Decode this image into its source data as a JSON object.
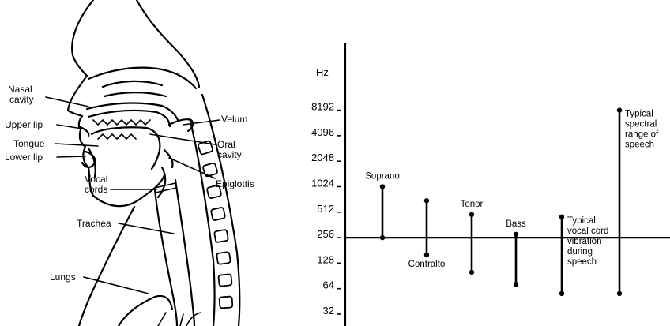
{
  "anatomy": {
    "labels": {
      "nasal_cavity": [
        "Nasal",
        "cavity"
      ],
      "upper_lip": "Upper lip",
      "tongue": "Tongue",
      "lower_lip": "Lower lip",
      "vocal_cords": [
        "Vocal",
        "cords"
      ],
      "trachea": "Trachea",
      "lungs": "Lungs",
      "velum": "Velum",
      "oral_cavity": [
        "Oral",
        "cavity"
      ],
      "epiglottis": "Epiglottis"
    }
  },
  "chart_data": {
    "type": "range",
    "scale": "log2",
    "ylabel": "Hz",
    "yticks": [
      32,
      64,
      128,
      256,
      512,
      1024,
      2048,
      4096,
      8192
    ],
    "baseline": 256,
    "ranges": [
      {
        "label": "Soprano",
        "low": 256,
        "high": 1024,
        "label_pos": "above"
      },
      {
        "label": "Contralto",
        "low": 160,
        "high": 700,
        "label_pos": "below"
      },
      {
        "label": "Tenor",
        "low": 100,
        "high": 480,
        "label_pos": "above"
      },
      {
        "label": "Bass",
        "low": 72,
        "high": 280,
        "label_pos": "above"
      },
      {
        "label": [
          "Typical",
          "vocal cord",
          "vibration",
          "during",
          "speech"
        ],
        "low": 56,
        "high": 450,
        "label_pos": "right"
      },
      {
        "label": [
          "Typical",
          "spectral",
          "range of",
          "speech"
        ],
        "low": 56,
        "high": 8192,
        "label_pos": "right"
      }
    ]
  }
}
